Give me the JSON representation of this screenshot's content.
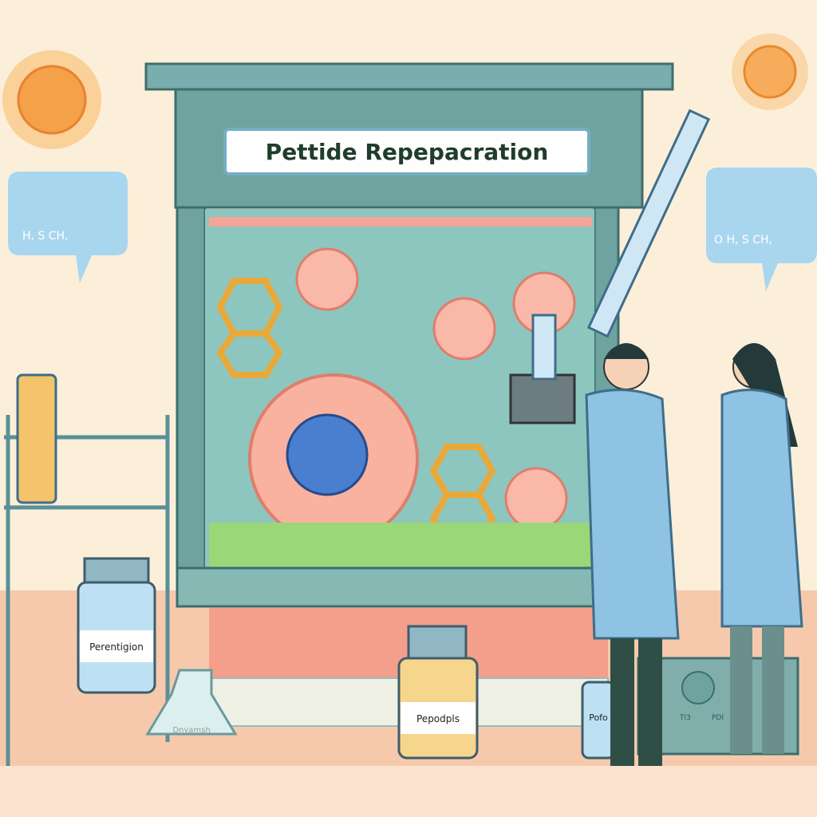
{
  "sign": {
    "title": "Pettide Repepacration"
  },
  "labels": {
    "left_bottle": "Perentigion",
    "center_bottle": "Pepodpls",
    "right_bottle": "Pofo",
    "flask": "Dnyamsh",
    "machine_left": "TI3",
    "machine_right": "PDI"
  },
  "bubbles": {
    "left": "H, S CH,",
    "right": "O H, S CH,"
  },
  "colors": {
    "background": "#fbefd9",
    "cabinet": "#6fa3a0",
    "sign_text": "#1f3d2a",
    "coat": "#8fc3e3",
    "tissue": "#f6a99a",
    "hexagon": "#e9a93a",
    "peas": "#8bcf6a"
  }
}
